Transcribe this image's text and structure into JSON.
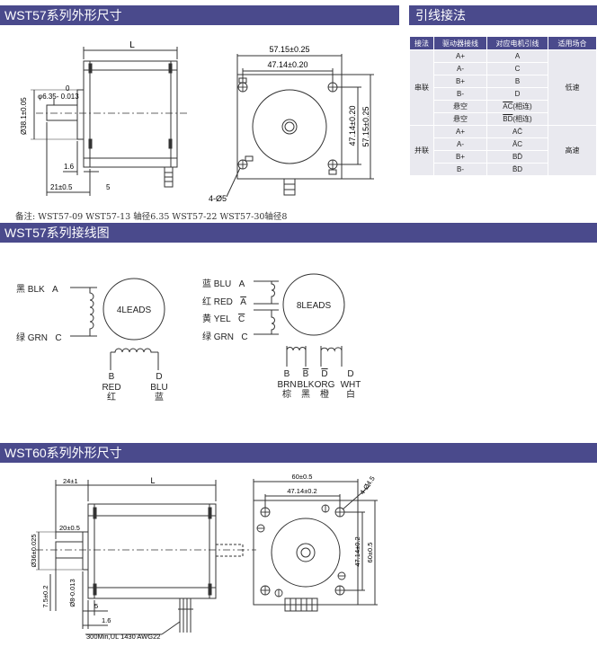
{
  "sections": {
    "wst57_dims": "WST57系列外形尺寸",
    "wiring_method": "引线接法",
    "wst57_wiring": "WST57系列接线图",
    "wst60_dims": "WST60系列外形尺寸"
  },
  "wst57_drawing": {
    "length_label": "L",
    "shaft_tol_top": "0",
    "shaft_dia": "φ6.35- 0.013",
    "boss_dia": "Ø38.1±0.05",
    "dim_1_6": "1.6",
    "dim_21": "21±0.5",
    "dim_5": "5",
    "outer_width": "57.15±0.25",
    "hole_width": "47.14±0.20",
    "hole_height": "47.14±0.20",
    "outer_height": "57.15±0.25",
    "hole_label": "4-Ø5",
    "note": "备注: WST57-09 WST57-13 轴径6.35 WST57-22 WST57-30轴径8"
  },
  "wiring_table": {
    "headers": [
      "接法",
      "驱动器接线",
      "对应电机引线",
      "适用场合"
    ],
    "groups": [
      {
        "method": "串联",
        "usage": "低速",
        "rows": [
          {
            "driver": "A+",
            "motor": "A",
            "overline": false
          },
          {
            "driver": "A-",
            "motor": "C",
            "overline": false
          },
          {
            "driver": "B+",
            "motor": "B",
            "overline": false
          },
          {
            "driver": "B-",
            "motor": "D",
            "overline": false
          },
          {
            "driver": "悬空",
            "motor": "AC",
            "suffix": "(相连)",
            "overline": true
          },
          {
            "driver": "悬空",
            "motor": "BD",
            "suffix": "(相连)",
            "overline": true
          }
        ]
      },
      {
        "method": "并联",
        "usage": "高速",
        "rows": [
          {
            "driver": "A+",
            "motor": "AC̄",
            "overline": false
          },
          {
            "driver": "A-",
            "motor": "ĀC",
            "overline": false
          },
          {
            "driver": "B+",
            "motor": "BD̄",
            "overline": false
          },
          {
            "driver": "B-",
            "motor": "B̄D",
            "overline": false
          }
        ]
      }
    ]
  },
  "wiring_4": {
    "motor_label": "4LEADS",
    "lead_a": {
      "cn": "黑",
      "en": "BLK",
      "term": "A"
    },
    "lead_c": {
      "cn": "绿",
      "en": "GRN",
      "term": "C"
    },
    "lead_b": {
      "term": "B",
      "en": "RED",
      "cn": "红"
    },
    "lead_d": {
      "term": "D",
      "en": "BLU",
      "cn": "蓝"
    }
  },
  "wiring_8": {
    "motor_label": "8LEADS",
    "left": [
      {
        "cn": "蓝",
        "en": "BLU",
        "term": "A",
        "bar": false
      },
      {
        "cn": "红",
        "en": "RED",
        "term": "A",
        "bar": true
      },
      {
        "cn": "黄",
        "en": "YEL",
        "term": "C",
        "bar": true
      },
      {
        "cn": "绿",
        "en": "GRN",
        "term": "C",
        "bar": false
      }
    ],
    "bottom": [
      {
        "term": "B",
        "bar": false,
        "en": "BRN",
        "cn": "棕"
      },
      {
        "term": "B",
        "bar": true,
        "en": "BLK",
        "cn": "黑"
      },
      {
        "term": "D",
        "bar": true,
        "en": "ORG",
        "cn": "橙"
      },
      {
        "term": "D",
        "bar": false,
        "en": "WHT",
        "cn": "白"
      }
    ]
  },
  "wst60_drawing": {
    "dim_24": "24±1",
    "length_label": "L",
    "dim_20": "20±0.5",
    "boss_dia": "Ø36±0.025",
    "dim_7_5": "7.5±0.2",
    "shaft_dia": "Ø8-0.013",
    "dim_5": "5",
    "dim_1_6": "1.6",
    "cable_note": "300Min,UL 1430 AWG22",
    "outer_width": "60±0.5",
    "hole_width": "47.14±0.2",
    "hole_label": "4-Ø4.5",
    "hole_height": "47.14±0.2",
    "outer_height": "60±0.5"
  },
  "colors": {
    "header_bar": "#4a4a8c",
    "table_cell": "#e9e9ef"
  }
}
